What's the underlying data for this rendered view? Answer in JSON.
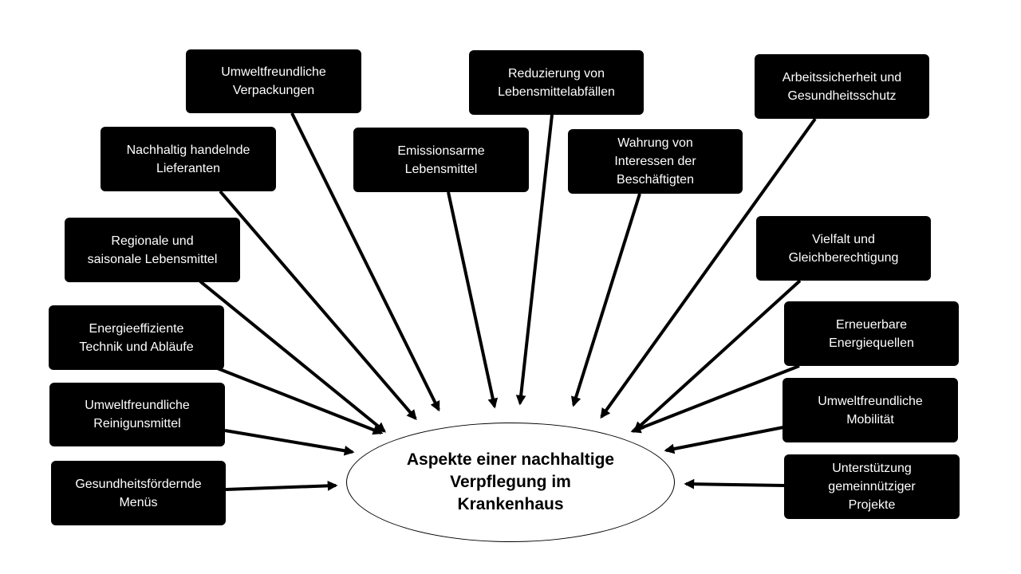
{
  "center": {
    "label": "Aspekte einer nachhaltige\nVerpflegung im\nKrankenhaus"
  },
  "aspects": [
    {
      "id": "verpackungen",
      "label": "Umweltfreundliche\nVerpackungen"
    },
    {
      "id": "abfaelle",
      "label": "Reduzierung von\nLebensmittelabfällen"
    },
    {
      "id": "arbeitssicherheit",
      "label": "Arbeitssicherheit und\nGesundheitsschutz"
    },
    {
      "id": "lieferanten",
      "label": "Nachhaltig handelnde\nLieferanten"
    },
    {
      "id": "emissionsarm",
      "label": "Emissionsarme\nLebensmittel"
    },
    {
      "id": "beschaeftigte",
      "label": "Wahrung von\nInteressen der\nBeschäftigten"
    },
    {
      "id": "regional",
      "label": "Regionale und\nsaisonale Lebensmittel"
    },
    {
      "id": "vielfalt",
      "label": "Vielfalt und\nGleichberechtigung"
    },
    {
      "id": "energieeffizient",
      "label": "Energieeffiziente\nTechnik und Abläufe"
    },
    {
      "id": "erneuerbar",
      "label": "Erneuerbare\nEnergiequellen"
    },
    {
      "id": "reinigungsmittel",
      "label": "Umweltfreundliche\nReinigunsmittel"
    },
    {
      "id": "mobilitaet",
      "label": "Umweltfreundliche\nMobilität"
    },
    {
      "id": "menues",
      "label": "Gesundheitsfördernde\nMenüs"
    },
    {
      "id": "projekte",
      "label": "Unterstützung\ngemeinnütziger\nProjekte"
    }
  ]
}
